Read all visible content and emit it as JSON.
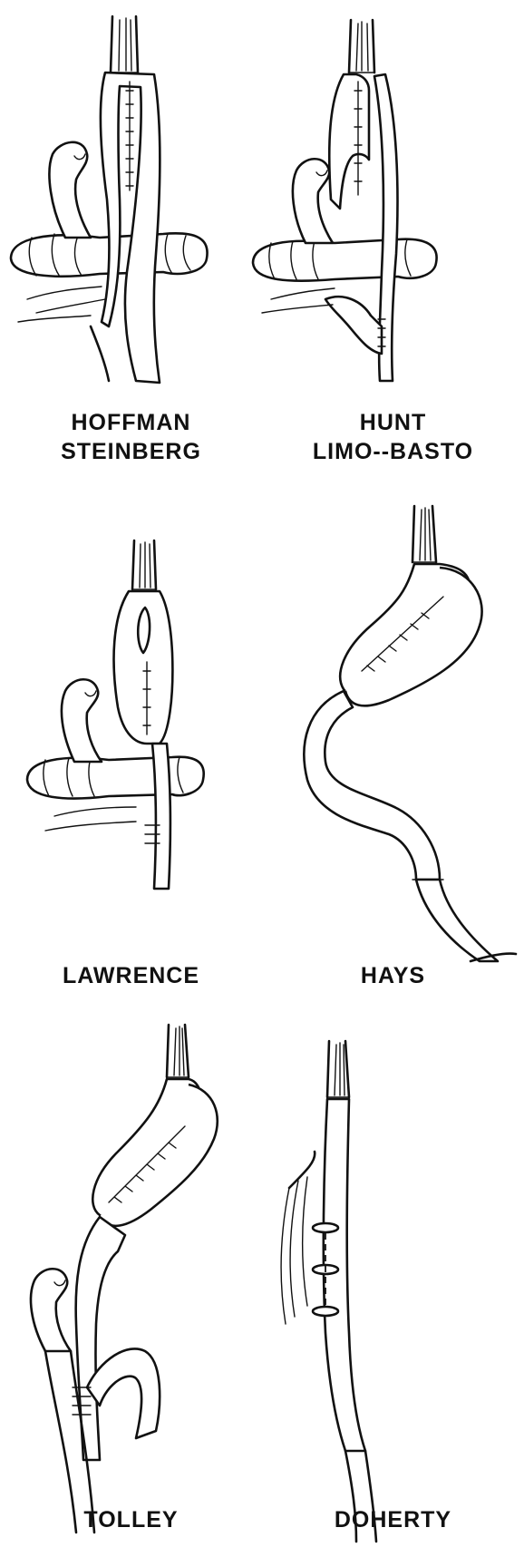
{
  "figures": [
    {
      "id": "hoffman-steinberg",
      "label_lines": [
        "HOFFMAN",
        "STEINBERG"
      ]
    },
    {
      "id": "hunt-limo-basto",
      "label_lines": [
        "HUNT",
        "LIMO--BASTO"
      ]
    },
    {
      "id": "lawrence",
      "label_lines": [
        "LAWRENCE"
      ]
    },
    {
      "id": "hays",
      "label_lines": [
        "HAYS"
      ]
    },
    {
      "id": "tolley",
      "label_lines": [
        "TOLLEY"
      ]
    },
    {
      "id": "doherty",
      "label_lines": [
        "DOHERTY"
      ]
    }
  ]
}
